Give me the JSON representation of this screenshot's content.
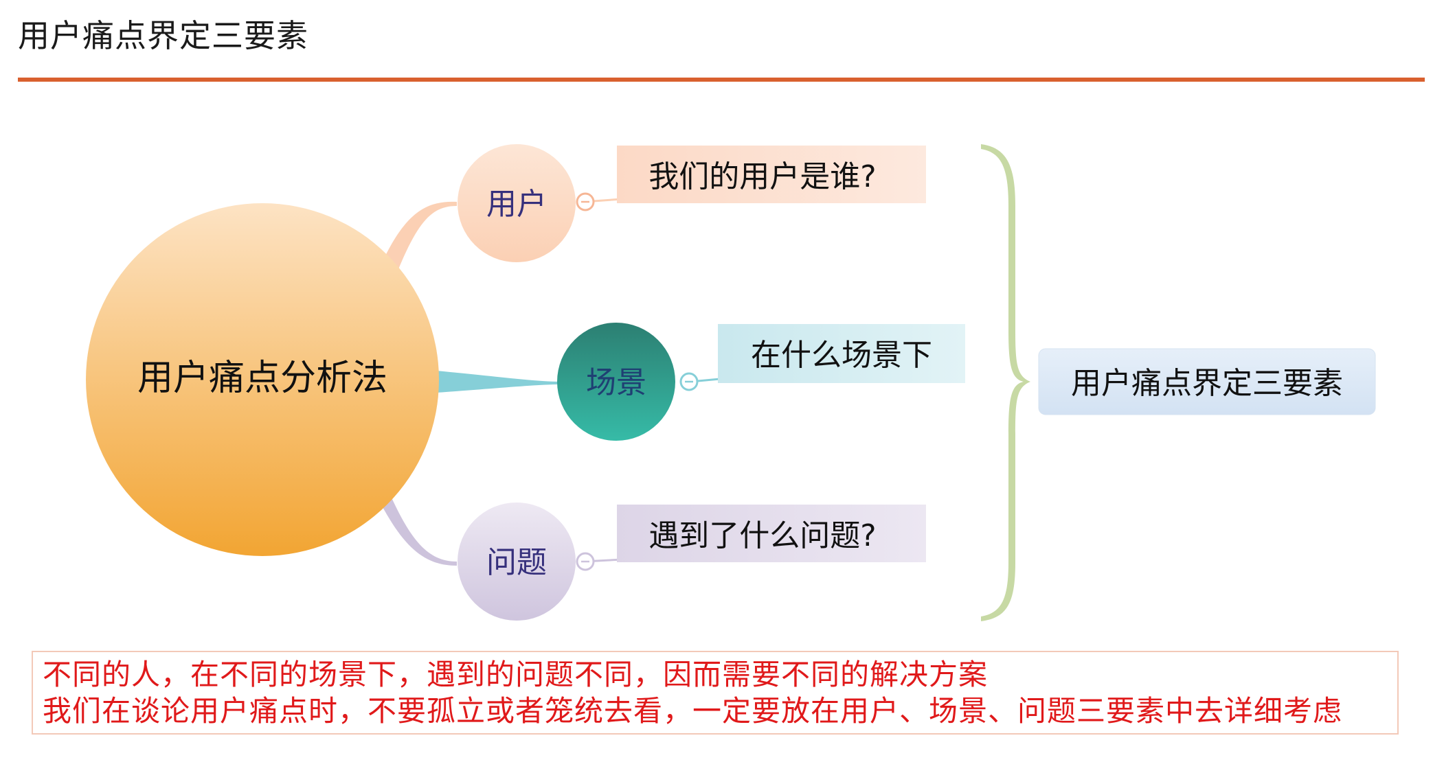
{
  "header": {
    "title": "用户痛点界定三要素"
  },
  "diagram": {
    "root": "用户痛点分析法",
    "branches": [
      {
        "label": "用户",
        "question": "我们的用户是谁?",
        "color": "#fbd3b8"
      },
      {
        "label": "场景",
        "question": "在什么场景下",
        "color": "#2aa99a"
      },
      {
        "label": "问题",
        "question": "遇到了什么问题?",
        "color": "#d4cbe0"
      }
    ],
    "summary": "用户痛点界定三要素",
    "colors": {
      "root_top": "#fde3c4",
      "root_bottom": "#f2a533",
      "brace": "#c7d9a4",
      "summary_bg": "#dbe8f6",
      "question_user": "#fde3d4",
      "question_scene": "#d5eef1",
      "question_problem": "#e6e0ed"
    }
  },
  "notes": {
    "line1": "不同的人，在不同的场景下，遇到的问题不同，因而需要不同的解决方案",
    "line2": "我们在谈论用户痛点时，不要孤立或者笼统去看，一定要放在用户、场景、问题三要素中去详细考虑",
    "color": "#e0191a"
  }
}
